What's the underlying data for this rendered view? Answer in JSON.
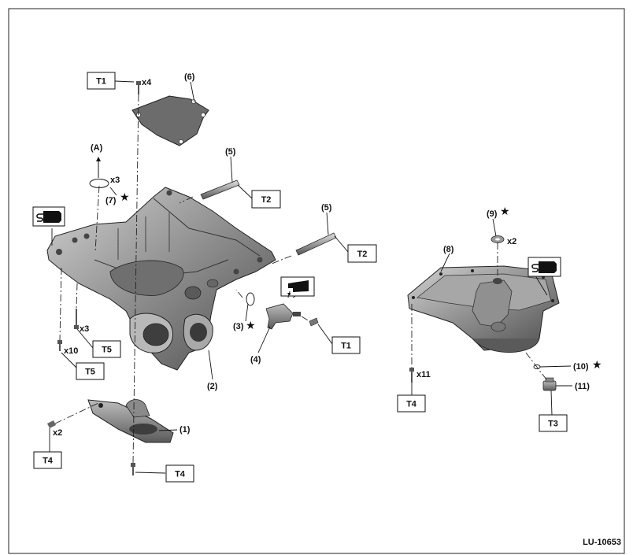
{
  "figure_id": "LU-10653",
  "torque_labels": {
    "t1": "T1",
    "t2": "T2",
    "t3": "T3",
    "t4": "T4",
    "t5": "T5"
  },
  "part_labels": {
    "p1": "(1)",
    "p2": "(2)",
    "p3": "(3)",
    "p4": "(4)",
    "p5": "(5)",
    "p6": "(6)",
    "p7": "(7)",
    "p8": "(8)",
    "p9": "(9)",
    "p10": "(10)",
    "p11": "(11)",
    "pa": "(A)"
  },
  "quantities": {
    "x2": "x2",
    "x3": "x3",
    "x4": "x4",
    "x10": "x10",
    "x11": "x11"
  },
  "symbols": {
    "star": "★",
    "sealant_icon": "liquid-gasket-icon",
    "oil_icon": "engine-oil-icon"
  },
  "colors": {
    "line": "#111111",
    "part_fill": "#8c8c8c",
    "part_dark": "#4a4a4a",
    "part_light": "#c4c4c4"
  }
}
